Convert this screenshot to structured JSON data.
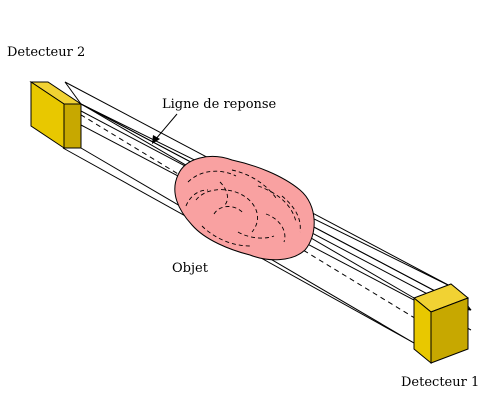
{
  "labels": {
    "detector_2": "Detecteur 2",
    "detector_1": "Detecteur 1",
    "line_of_response": "Ligne de reponse",
    "object": "Objet"
  },
  "colors": {
    "detector_front": "#E8C800",
    "detector_side": "#C7A800",
    "detector_top": "#F1D233",
    "object_fill": "#F9A1A1",
    "line_stroke": "#000000"
  }
}
